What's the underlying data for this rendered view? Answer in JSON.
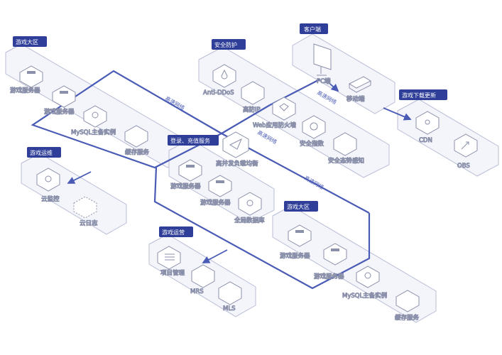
{
  "colors": {
    "network_line": "#4a5bb5",
    "title_bg": "#2f3f99",
    "platform_fill": "#f4f5fb",
    "platform_stroke": "#b8bdd6",
    "node_fill": "#ffffff",
    "node_stroke": "#8a90aa",
    "text": "#1f2540"
  },
  "zones": {
    "game_region_top": "游戏大区",
    "security": "安全防护",
    "client": "客户端",
    "game_update": "游戏下载更新",
    "game_ops": "游戏运维",
    "login_recharge": "登录、充值服务",
    "game_region_bottom": "游戏大区",
    "game_operation": "游戏运营"
  },
  "network_label": "高速网络",
  "nodes": {
    "game_server_1": "游戏服务器",
    "game_server_2": "游戏服务器",
    "mysql_1": "MySQL主备实例",
    "cache_1": "缓存服务",
    "anti_ddos": "Anti-DDoS",
    "high_defense_ip": "高防IP",
    "waf": "Web应用防火墙",
    "security_index": "安全指数",
    "situational_awareness": "安全态势感知",
    "pc": "PC端",
    "mobile": "移动端",
    "cdn": "CDN",
    "obs": "OBS",
    "cloud_monitor": "云监控",
    "cloud_log": "云日志",
    "load_balancer": "高并发负载均衡",
    "login_server_1": "游戏服务器",
    "login_server_2": "游戏服务器",
    "global_db": "全局数据库",
    "game_server_3": "游戏服务器",
    "game_server_4": "游戏服务器",
    "mysql_2": "MySQL主备实例",
    "cache_2": "缓存服务",
    "project_mgmt": "项目管理",
    "mrs": "MRS",
    "mls": "MLS"
  },
  "icons": {
    "game_server": "server-icon",
    "mysql": "database-cluster-icon",
    "cache": "cache-icon",
    "anti_ddos": "water-drop-shield-icon",
    "high_defense_ip": "ip-shield-icon",
    "waf": "firewall-icon",
    "security_index": "gauge-icon",
    "situational_awareness": "awareness-icon",
    "pc": "monitor-icon",
    "mobile": "tablet-icon",
    "cdn": "network-hub-icon",
    "obs": "upload-arrow-icon",
    "cloud_monitor": "monitor-disc-icon",
    "cloud_log": "log-icon",
    "load_balancer": "paper-plane-icon",
    "global_db": "database-cluster-icon",
    "project_mgmt": "list-icon",
    "mrs": "mrs-icon",
    "mls": "mls-icon"
  }
}
